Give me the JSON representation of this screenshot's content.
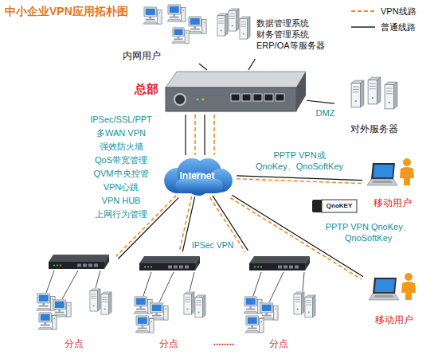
{
  "diagram": {
    "title": "中小企业VPN应用拓朴图",
    "nodes": [
      {
        "text": [
          "内网用户"
        ]
      },
      {
        "text": [
          "数据管理系统 财务管理系统 ERP/OA等服务器"
        ]
      },
      {
        "text": [
          "总部"
        ]
      },
      {
        "text": [
          "对外服务器"
        ]
      },
      {
        "text": [
          "Internet"
        ]
      },
      {
        "text": [
          "移动用户"
        ]
      },
      {
        "text": [
          "移动用户"
        ]
      },
      {
        "text": [
          "分点"
        ]
      },
      {
        "text": [
          "分点"
        ]
      },
      {
        "text": [
          "分点"
        ]
      }
    ],
    "edges": [
      {
        "from": 0,
        "to": 2,
        "arrow": "none"
      },
      {
        "from": 1,
        "to": 2,
        "arrow": "none"
      },
      {
        "from": 2,
        "to": 3,
        "label": "DMZ",
        "arrow": "none"
      },
      {
        "from": 2,
        "to": 4,
        "arrow": "none"
      },
      {
        "from": 4,
        "to": 5,
        "label": "PPTP VPN或 QnoKey、QnoSoftKey",
        "arrow": "none"
      },
      {
        "from": 4,
        "to": 6,
        "label": "PPTP VPN QnoKey、QnoSoftKey",
        "arrow": "none"
      },
      {
        "from": 4,
        "to": 7,
        "arrow": "none"
      },
      {
        "from": 4,
        "to": 8,
        "label": "IPSec VPN",
        "arrow": "none"
      },
      {
        "from": 4,
        "to": 9,
        "arrow": "none"
      }
    ],
    "labels": [
      "IPSec/SSL/PPT",
      "多WAN VPN",
      "强效防火墙",
      "QoS带宽管理",
      "QVM中央控管",
      "VPN心跳",
      "VPN HUB",
      "上网行为管理",
      "QnoKEY",
      "........"
    ],
    "legend": [
      {
        "text": "VPN线路"
      },
      {
        "text": "普通线路"
      }
    ]
  }
}
